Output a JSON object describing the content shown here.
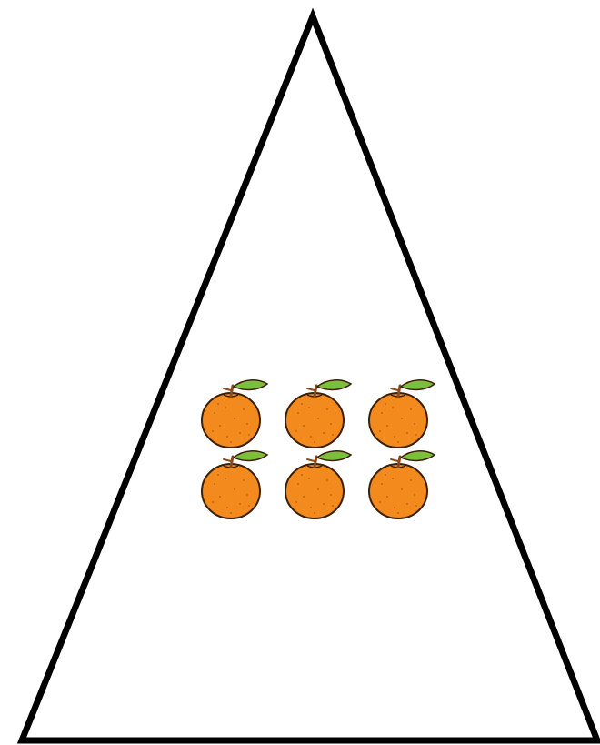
{
  "figure": {
    "shape": "triangle",
    "outline_color": "#000000",
    "fill_color": "#ffffff"
  },
  "group": {
    "item": "orange",
    "count": 6,
    "rows": 2,
    "columns": 3
  },
  "colors": {
    "fruit": "#f28a1e",
    "fruit_outline": "#3a1f0a",
    "leaf": "#7cbf3a",
    "stem": "#8a4a1c",
    "peel_dots": "#b85c0e"
  }
}
